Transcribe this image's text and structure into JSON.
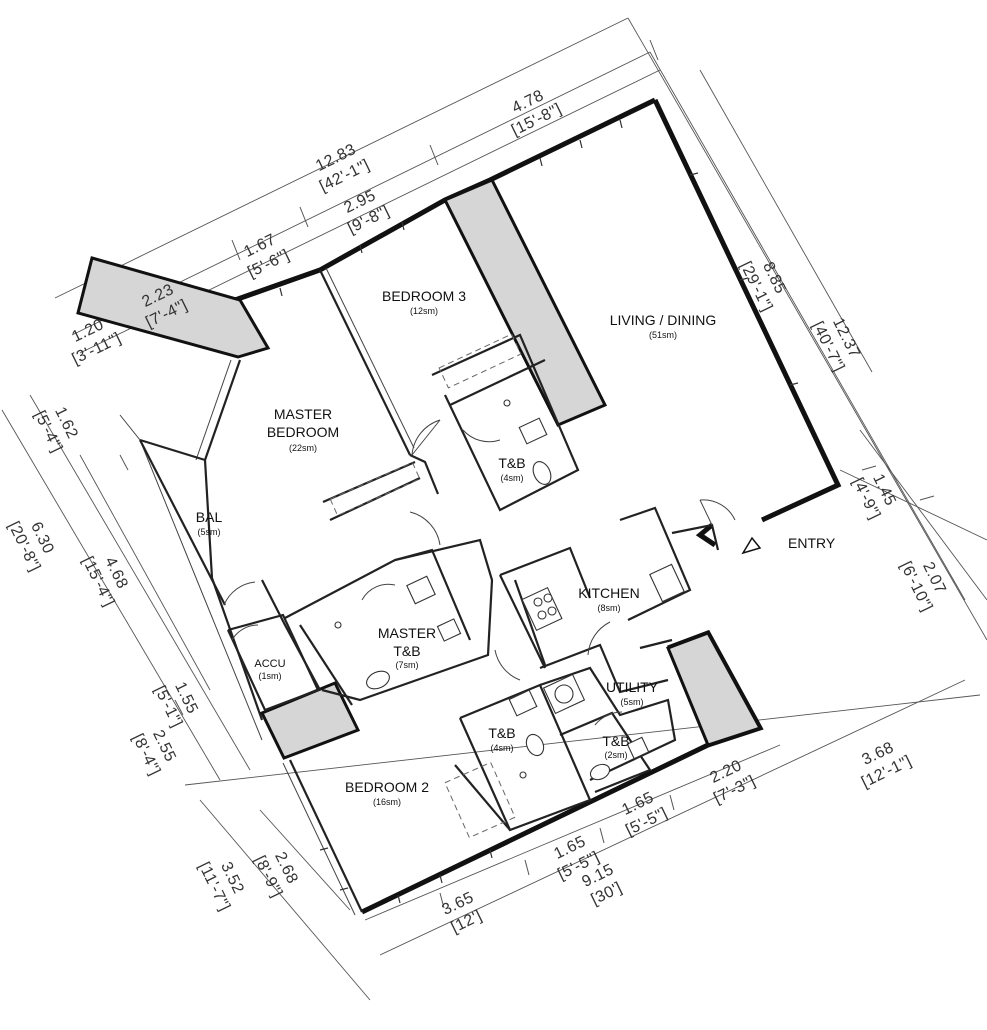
{
  "rooms": [
    {
      "name": "BEDROOM 3",
      "area": "(12sm)"
    },
    {
      "name": "LIVING / DINING",
      "area": "(51sm)"
    },
    {
      "name_line1": "MASTER",
      "name_line2": "BEDROOM",
      "area": "(22sm)"
    },
    {
      "name": "T&B",
      "area": "(4sm)"
    },
    {
      "name": "BAL",
      "area": "(5sm)"
    },
    {
      "name": "KITCHEN",
      "area": "(8sm)"
    },
    {
      "name_line1": "MASTER",
      "name_line2": "T&B",
      "area": "(7sm)"
    },
    {
      "name": "ACCU",
      "area": "(1sm)"
    },
    {
      "name": "UTILITY",
      "area": "(5sm)"
    },
    {
      "name": "T&B",
      "area": "(4sm)"
    },
    {
      "name": "T&B",
      "area": "(2sm)"
    },
    {
      "name": "BEDROOM 2",
      "area": "(16sm)"
    }
  ],
  "entry_label": "ENTRY",
  "dimensions": {
    "top_total": {
      "m": "12.83",
      "ft": "[42'-1\"]"
    },
    "top_living": {
      "m": "4.78",
      "ft": "[15'-8\"]"
    },
    "top_bed3": {
      "m": "2.95",
      "ft": "[9'-8\"]"
    },
    "top_master": {
      "m": "1.67",
      "ft": "[5'-6\"]"
    },
    "top_planter": {
      "m": "2.23",
      "ft": "[7'-4\"]"
    },
    "left_planter": {
      "m": "1.20",
      "ft": "[3'-11\"]"
    },
    "left_upper": {
      "m": "1.62",
      "ft": "[5'-4\"]"
    },
    "left_total": {
      "m": "6.30",
      "ft": "[20'-8\"]"
    },
    "left_bal": {
      "m": "4.68",
      "ft": "[15'-4\"]"
    },
    "left_accu": {
      "m": "1.55",
      "ft": "[5'-1\"]"
    },
    "left_lower": {
      "m": "2.55",
      "ft": "[8'-4\"]"
    },
    "left_bed2_outer": {
      "m": "3.52",
      "ft": "[11'-7\"]"
    },
    "left_bed2_inner": {
      "m": "2.68",
      "ft": "[8'-9\"]"
    },
    "right_living": {
      "m": "8.85",
      "ft": "[29'-1\"]"
    },
    "right_total": {
      "m": "12.37",
      "ft": "[40'-7\"]"
    },
    "right_entry1": {
      "m": "1.45",
      "ft": "[4'-9\"]"
    },
    "right_entry2": {
      "m": "2.07",
      "ft": "[6'-10\"]"
    },
    "right_lower": {
      "m": "3.68",
      "ft": "[12'-1\"]"
    },
    "bottom_utility": {
      "m": "2.20",
      "ft": "[7'-3\"]"
    },
    "bottom_tb_a": {
      "m": "1.65",
      "ft": "[5'-5\"]"
    },
    "bottom_tb_b": {
      "m": "1.65",
      "ft": "[5'-5\"]"
    },
    "bottom_bed2": {
      "m": "3.65",
      "ft": "[12']"
    },
    "bottom_total": {
      "m": "9.15",
      "ft": "[30']"
    }
  }
}
